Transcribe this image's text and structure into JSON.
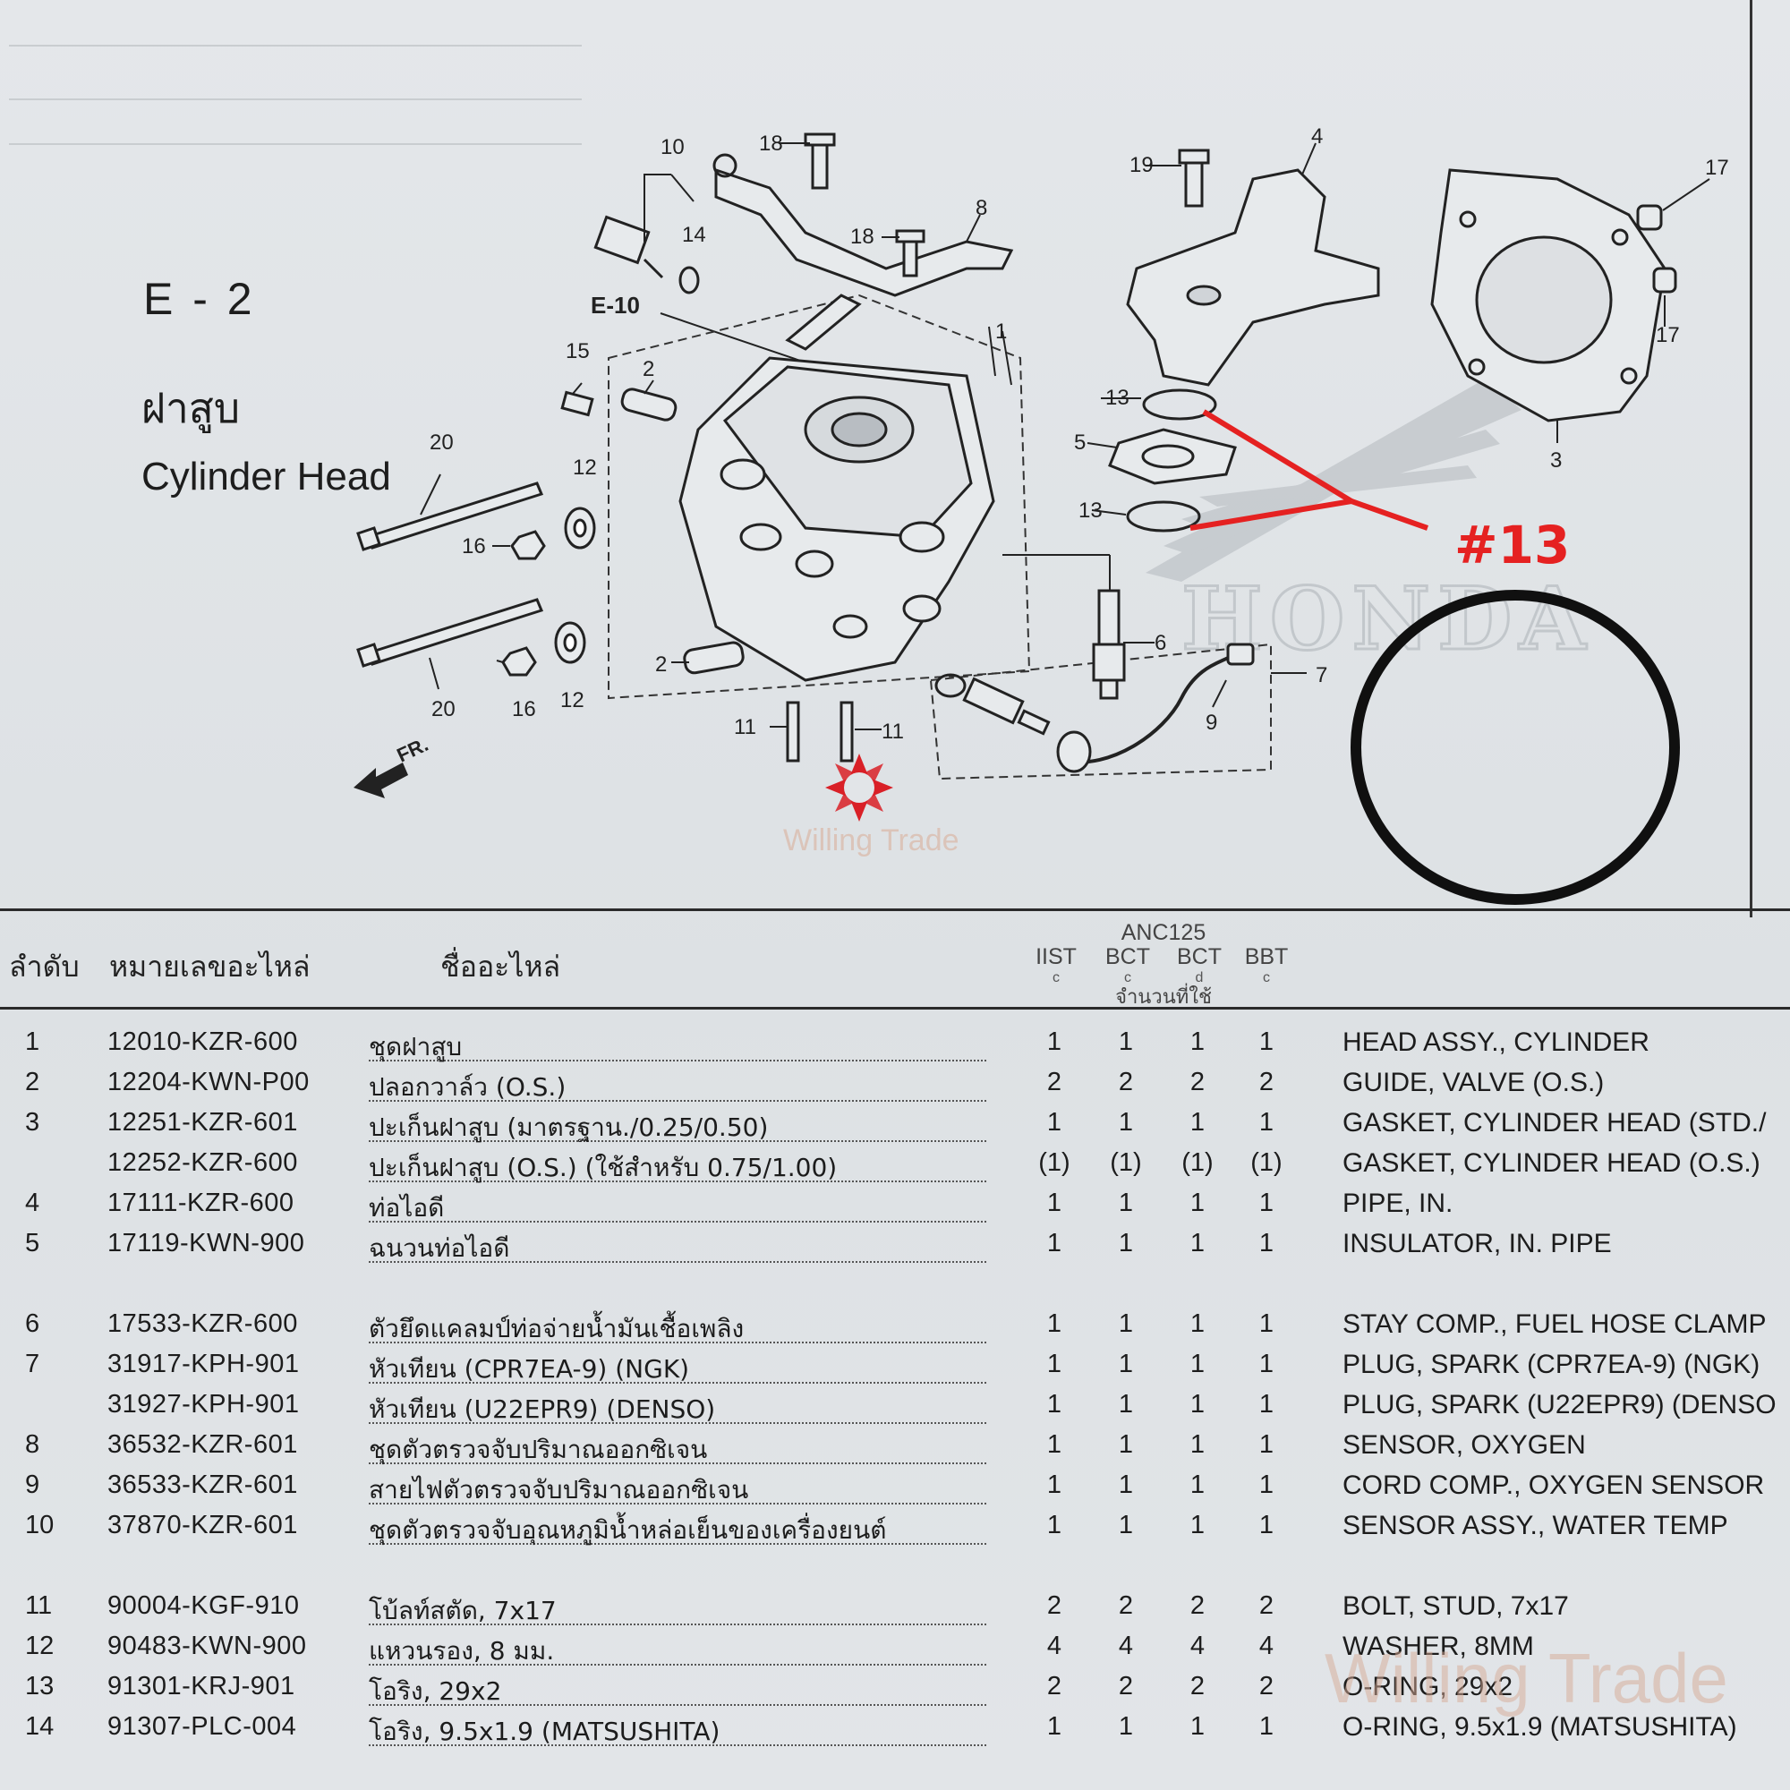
{
  "section": {
    "code": "E - 2",
    "title_th": "ฝาสูบ",
    "title_en": "Cylinder Head"
  },
  "diagram": {
    "ref_label": "E-10",
    "front_label": "FR.",
    "callout": "#13",
    "background_logo": "HONDA",
    "callout_labels": [
      "1",
      "2",
      "2",
      "3",
      "4",
      "5",
      "6",
      "7",
      "8",
      "9",
      "10",
      "11",
      "11",
      "12",
      "12",
      "13",
      "13",
      "14",
      "15",
      "16",
      "16",
      "17",
      "17",
      "18",
      "18",
      "19",
      "20",
      "20"
    ]
  },
  "watermark": {
    "text": "Willing Trade",
    "icon": "red-lotus-logo-icon",
    "color": "#d92027"
  },
  "table": {
    "headers": {
      "no": "ลำดับ",
      "part_no": "หมายเลขอะไหล่",
      "name": "ชื่ออะไหล่",
      "model": "ANC125",
      "models": [
        {
          "code": "IIST",
          "sub": "c"
        },
        {
          "code": "BCT",
          "sub": "c"
        },
        {
          "code": "BCT",
          "sub": "d"
        },
        {
          "code": "BBT",
          "sub": "c"
        }
      ],
      "qty_label": "จำนวนที่ใช้"
    },
    "rows": [
      {
        "no": "1",
        "part": "12010-KZR-600",
        "th": "ชุดฝาสูบ",
        "q": [
          "1",
          "1",
          "1",
          "1"
        ],
        "en": "HEAD ASSY., CYLINDER"
      },
      {
        "no": "2",
        "part": "12204-KWN-P00",
        "th": "ปลอกวาล์ว (O.S.)",
        "q": [
          "2",
          "2",
          "2",
          "2"
        ],
        "en": "GUIDE, VALVE (O.S.)"
      },
      {
        "no": "3",
        "part": "12251-KZR-601",
        "th": "ปะเก็นฝาสูบ (มาตรฐาน./0.25/0.50)",
        "q": [
          "1",
          "1",
          "1",
          "1"
        ],
        "en": "GASKET, CYLINDER HEAD (STD./"
      },
      {
        "no": "",
        "part": "12252-KZR-600",
        "th": "ปะเก็นฝาสูบ (O.S.) (ใช้สำหรับ 0.75/1.00)",
        "q": [
          "(1)",
          "(1)",
          "(1)",
          "(1)"
        ],
        "en": "GASKET, CYLINDER HEAD (O.S.)"
      },
      {
        "no": "4",
        "part": "17111-KZR-600",
        "th": "ท่อไอดี",
        "q": [
          "1",
          "1",
          "1",
          "1"
        ],
        "en": "PIPE, IN."
      },
      {
        "no": "5",
        "part": "17119-KWN-900",
        "th": "ฉนวนท่อไอดี",
        "q": [
          "1",
          "1",
          "1",
          "1"
        ],
        "en": "INSULATOR, IN. PIPE"
      },
      {
        "no": "6",
        "part": "17533-KZR-600",
        "th": "ตัวยึดแคลมป์ท่อจ่ายน้ำมันเชื้อเพลิง",
        "q": [
          "1",
          "1",
          "1",
          "1"
        ],
        "en": "STAY COMP., FUEL HOSE CLAMP"
      },
      {
        "no": "7",
        "part": "31917-KPH-901",
        "th": "หัวเทียน (CPR7EA-9) (NGK)",
        "q": [
          "1",
          "1",
          "1",
          "1"
        ],
        "en": "PLUG, SPARK (CPR7EA-9) (NGK)"
      },
      {
        "no": "",
        "part": "31927-KPH-901",
        "th": "หัวเทียน (U22EPR9) (DENSO)",
        "q": [
          "1",
          "1",
          "1",
          "1"
        ],
        "en": "PLUG, SPARK (U22EPR9) (DENSO"
      },
      {
        "no": "8",
        "part": "36532-KZR-601",
        "th": "ชุดตัวตรวจจับปริมาณออกซิเจน",
        "q": [
          "1",
          "1",
          "1",
          "1"
        ],
        "en": "SENSOR, OXYGEN"
      },
      {
        "no": "9",
        "part": "36533-KZR-601",
        "th": "สายไฟตัวตรวจจับปริมาณออกซิเจน",
        "q": [
          "1",
          "1",
          "1",
          "1"
        ],
        "en": "CORD COMP., OXYGEN SENSOR"
      },
      {
        "no": "10",
        "part": "37870-KZR-601",
        "th": "ชุดตัวตรวจจับอุณหภูมิน้ำหล่อเย็นของเครื่องยนต์",
        "q": [
          "1",
          "1",
          "1",
          "1"
        ],
        "en": "SENSOR ASSY., WATER TEMP"
      },
      {
        "no": "11",
        "part": "90004-KGF-910",
        "th": "โบ้ลท์สตัด, 7x17",
        "q": [
          "2",
          "2",
          "2",
          "2"
        ],
        "en": "BOLT, STUD, 7x17"
      },
      {
        "no": "12",
        "part": "90483-KWN-900",
        "th": "แหวนรอง, 8 มม.",
        "q": [
          "4",
          "4",
          "4",
          "4"
        ],
        "en": "WASHER, 8MM"
      },
      {
        "no": "13",
        "part": "91301-KRJ-901",
        "th": "โอริง, 29x2",
        "q": [
          "2",
          "2",
          "2",
          "2"
        ],
        "en": "O-RING, 29x2"
      },
      {
        "no": "14",
        "part": "91307-PLC-004",
        "th": "โอริง, 9.5x1.9 (MATSUSHITA)",
        "q": [
          "1",
          "1",
          "1",
          "1"
        ],
        "en": "O-RING, 9.5x1.9 (MATSUSHITA)"
      }
    ]
  },
  "colors": {
    "accent_red": "#e52121",
    "ink": "#1c1c1c",
    "paper": "#e2e5e8"
  }
}
